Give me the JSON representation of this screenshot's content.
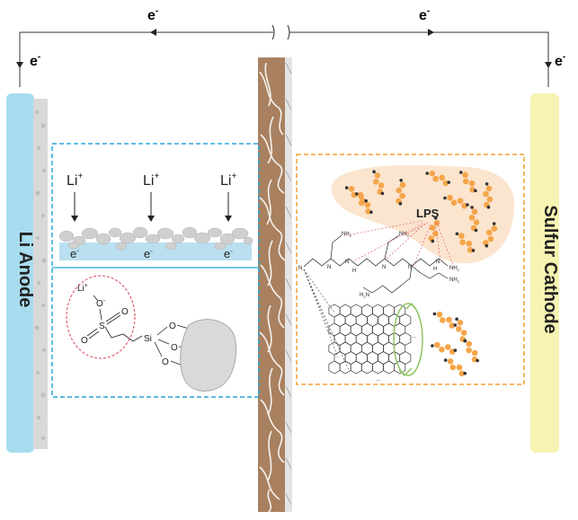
{
  "electron": {
    "symbol": "e",
    "charge": "-"
  },
  "lithium": {
    "symbol": "Li",
    "charge": "+"
  },
  "anode_label": "Li Anode",
  "cathode_label": "Sulfur Cathode",
  "lps_label": "LPS",
  "chem": {
    "O": "O",
    "S": "S",
    "Si": "Si",
    "N": "N",
    "NH2": "NH",
    "sub2": "2",
    "H": "H",
    "H2N": "H",
    "N_sub": "N",
    "dots": "..."
  },
  "colors": {
    "anode": "#a8dcef",
    "cathode": "#f7f3b2",
    "separator": "#a98160",
    "anode_box_border": "#29a7dc",
    "cathode_box_border": "#f0a030",
    "lps_region": "#fbe5cf",
    "polysulfide": "#f5a54a",
    "highlight_circle": "#e06070",
    "green_arrow": "#8dc462",
    "sei_layer": "#b9dff0",
    "particle": "#d9d9d9"
  }
}
